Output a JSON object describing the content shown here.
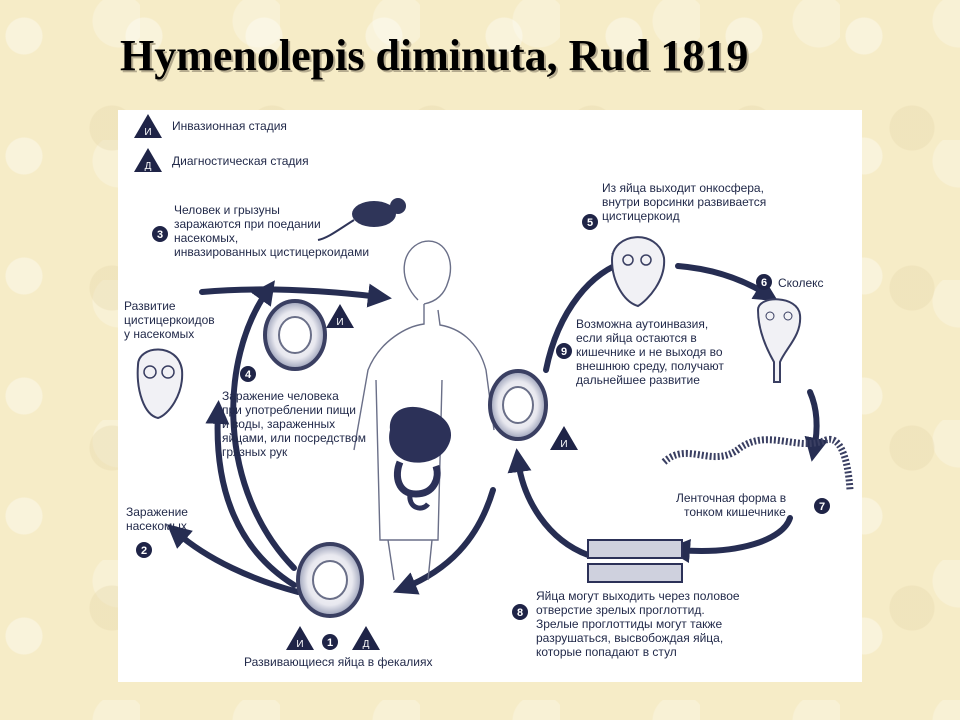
{
  "title": "Hymenolepis diminuta, Rud 1819",
  "legend": [
    {
      "badge": "И",
      "label": "Инвазионная стадия"
    },
    {
      "badge": "Д",
      "label": "Диагностическая стадия"
    }
  ],
  "steps": {
    "s1": {
      "num": "1",
      "lines": [
        "Развивающиеся яйца в фекалиях"
      ]
    },
    "s2": {
      "num": "2",
      "lines": [
        "Заражение",
        "насекомых"
      ]
    },
    "s3": {
      "num": "3",
      "lines": [
        "Человек и грызуны",
        "заражаются при поедании",
        "насекомых,",
        "инвазированных цистицеркоидами"
      ]
    },
    "s4": {
      "num": "4",
      "lines": [
        "Заражение человека",
        "при употреблении пищи",
        "и воды, зараженных",
        "яйцами, или посредством",
        "грязных рук"
      ]
    },
    "s5": {
      "num": "5",
      "lines": [
        "Из яйца выходит онкосфера,",
        "внутри ворсинки развивается",
        "цистицеркоид"
      ]
    },
    "s6": {
      "num": "6",
      "lines": [
        "Сколекс"
      ]
    },
    "s7": {
      "num": "7",
      "lines": [
        "Ленточная форма в",
        "тонком кишечнике"
      ]
    },
    "s8": {
      "num": "8",
      "lines": [
        "Яйца могут выходить через половое",
        "отверстие зрелых проглоттид.",
        "Зрелые проглоттиды могут также",
        "разрушаться, высвобождая яйца,",
        "которые попадают в стул"
      ]
    },
    "s9": {
      "num": "9",
      "lines": [
        "Возможна аутоинвазия,",
        "если яйца остаются в",
        "кишечнике и не выходя во",
        "внешнюю среду, получают",
        "дальнейшее развитие"
      ]
    }
  },
  "left_label": [
    "Развитие",
    "цистицеркоидов",
    "у насекомых"
  ],
  "badges": {
    "invasive": "И",
    "diagnostic": "Д"
  }
}
